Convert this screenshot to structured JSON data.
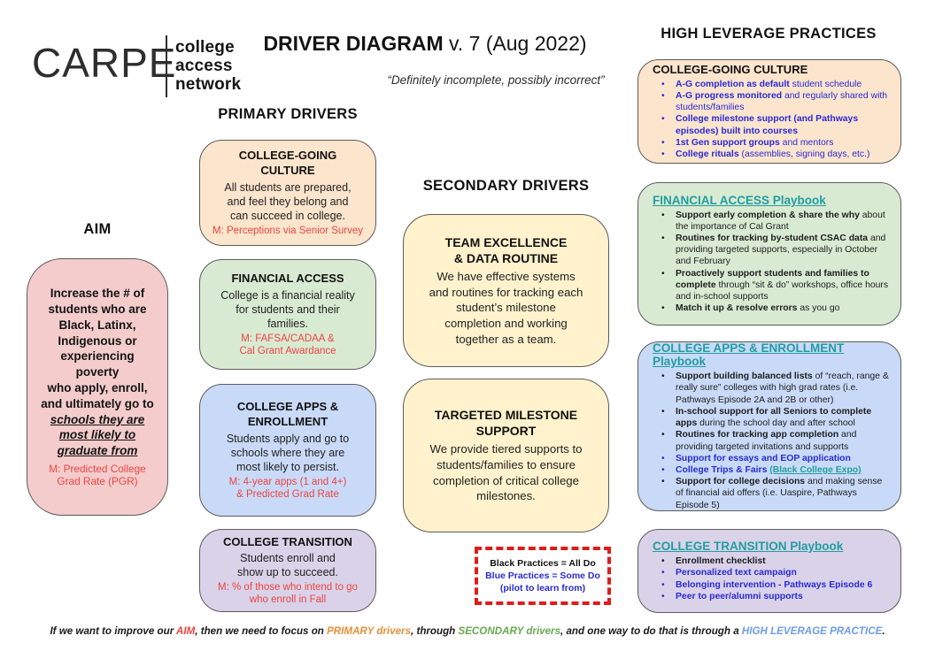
{
  "logo": {
    "brand": "CARPE",
    "subbrand": "college\naccess\nnetwork"
  },
  "header": {
    "title": "DRIVER DIAGRAM",
    "version": " v. 7 (Aug 2022)",
    "subtitle": "“Definitely incomplete, possibly incorrect”"
  },
  "headings": {
    "aim": "AIM",
    "primary": "PRIMARY DRIVERS",
    "secondary": "SECONDARY DRIVERS",
    "hlp": "HIGH LEVERAGE PRACTICES"
  },
  "aim": {
    "main": "Increase the # of students who are Black, Latinx, Indigenous or experiencing poverty\nwho apply, enroll, and ultimately go to ",
    "emphasis": "schools they are most likely to graduate from",
    "measure": "M: Predicted College\nGrad Rate (PGR)"
  },
  "primary": [
    {
      "title": "COLLEGE-GOING\nCULTURE",
      "desc": "All students are prepared,\nand feel they belong and\ncan succeed in college.",
      "measure": "M: Perceptions via Senior Survey"
    },
    {
      "title": "FINANCIAL ACCESS",
      "desc": "College is a financial reality\nfor students and their\nfamilies.",
      "measure": "M: FAFSA/CADAA &\nCal Grant Awardance"
    },
    {
      "title": "COLLEGE APPS &\nENROLLMENT",
      "desc": "Students apply and go to\nschools where they are\nmost likely to persist.",
      "measure": "M: 4-year apps (1 and 4+)\n& Predicted Grad Rate"
    },
    {
      "title": "COLLEGE TRANSITION",
      "desc": "Students enroll and\nshow up to succeed.",
      "measure": "M: % of those who intend to go\nwho enroll in Fall"
    }
  ],
  "secondary": [
    {
      "title": "TEAM EXCELLENCE\n& DATA ROUTINE",
      "desc": "We have effective systems\nand routines for tracking each\nstudent’s milestone\ncompletion and working\ntogether as a team."
    },
    {
      "title": "TARGETED MILESTONE\nSUPPORT",
      "desc": "We provide tiered supports to\nstudents/families to ensure\ncompletion of critical college\nmilestones."
    }
  ],
  "legend": {
    "line1": "Black Practices = All Do",
    "line2": "Blue Practices = Some Do",
    "line3": "(pilot to learn from)"
  },
  "hlp": [
    {
      "title": "COLLEGE-GOING CULTURE",
      "bullets": [
        {
          "lead": "A-G completion as default",
          "rest": " student schedule"
        },
        {
          "lead": "A-G progress monitored",
          "rest": " and regularly shared with students/families"
        },
        {
          "lead": "College milestone support (and Pathways episodes) built into courses",
          "rest": ""
        },
        {
          "lead": "1st Gen support groups",
          "rest": " and mentors"
        },
        {
          "lead": "College rituals",
          "rest": " (assemblies, signing days, etc.)"
        }
      ]
    },
    {
      "title": "FINANCIAL ACCESS Playbook",
      "bullets": [
        {
          "lead": "Support early completion & share the why",
          "rest": " about the importance of Cal Grant"
        },
        {
          "lead": "Routines for tracking by-student CSAC data",
          "rest": " and providing targeted supports, especially in October and February"
        },
        {
          "lead": "Proactively support students and families to complete",
          "rest": " through “sit & do” workshops, office hours and in-school supports"
        },
        {
          "lead": "Match it up & resolve errors",
          "rest": " as you go"
        }
      ]
    },
    {
      "title": "COLLEGE APPS & ENROLLMENT Playbook",
      "bullets": [
        {
          "lead": "Support building balanced lists",
          "rest": " of “reach, range & really sure” colleges with high grad rates (i.e. Pathways Episode 2A and 2B or other)"
        },
        {
          "lead": "In-school support for all Seniors to complete apps",
          "rest": " during the school day and after school"
        },
        {
          "lead": "Routines for tracking app completion",
          "rest": " and providing targeted invitations and supports"
        },
        {
          "lead": "Support for essays and EOP application",
          "rest": ""
        },
        {
          "lead": "College Trips & Fairs",
          "rest": " ",
          "link": "(Black College Expo)"
        },
        {
          "lead": "Support for college decisions",
          "rest": " and making sense of financial aid offers (i.e. Uaspire, Pathways Episode 5)"
        }
      ]
    },
    {
      "title": "COLLEGE TRANSITION Playbook",
      "bullets": [
        {
          "lead": "Enrollment checklist",
          "rest": ""
        },
        {
          "lead": "Personalized text campaign",
          "rest": ""
        },
        {
          "lead": "Belonging intervention - Pathways Episode 6",
          "rest": ""
        },
        {
          "lead": "Peer to peer/alumni supports",
          "rest": ""
        }
      ]
    }
  ],
  "footer": {
    "s1": "If we want to improve our ",
    "aim": "AIM",
    "s2": ", then we need to focus on ",
    "primary": "PRIMARY drivers",
    "s3": ", through ",
    "secondary": "SECONDARY drivers",
    "s4": ", and one way to do that is through a ",
    "hlp": "HIGH LEVERAGE PRACTICE",
    "s5": "."
  },
  "colors": {
    "aim_pink": "#f4cccc",
    "peach": "#fce5cd",
    "green": "#d9ead3",
    "blue": "#c9daf8",
    "purple": "#d9d2e9",
    "yellow": "#fff2cc",
    "box_border": "#5b5b5b",
    "measure_red": "#ee4540",
    "practice_blue": "#2a2ad6",
    "playbook_teal": "#219e9e",
    "legend_red": "#e01b1b",
    "footer_orange": "#e69138",
    "footer_green": "#6aa84f",
    "footer_blue": "#6d9eeb"
  }
}
